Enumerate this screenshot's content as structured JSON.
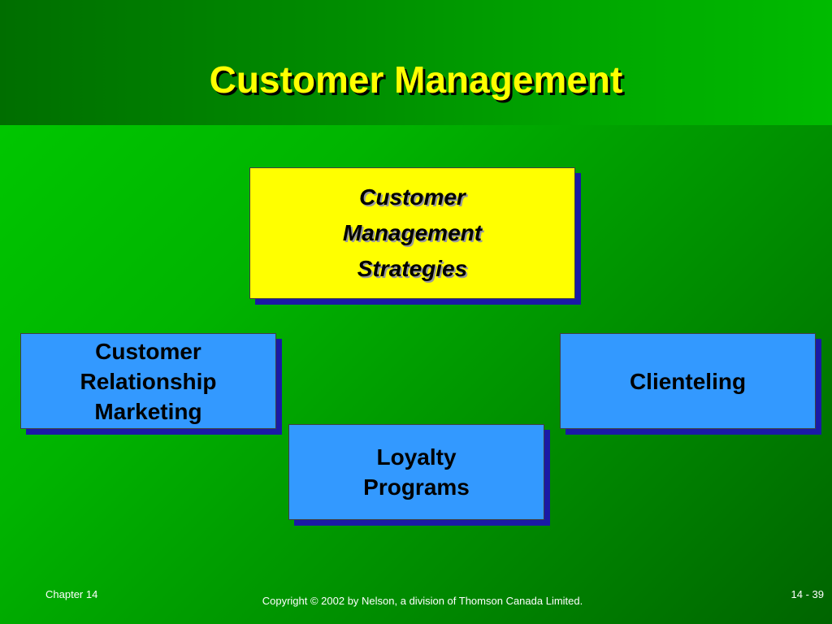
{
  "slide": {
    "title": "Customer Management",
    "colors": {
      "title_text": "#ffff00",
      "main_box_fill": "#ffff00",
      "sub_box_fill": "#3399ff",
      "box_shadow": "#1a1aa6",
      "background": "#00b400"
    }
  },
  "diagram": {
    "central": {
      "lines": [
        "Customer",
        "Management",
        "Strategies"
      ]
    },
    "strategies": [
      {
        "lines": [
          "Customer",
          "Relationship",
          "Marketing"
        ]
      },
      {
        "lines": [
          "Loyalty",
          "Programs"
        ]
      },
      {
        "lines": [
          "Clienteling"
        ]
      }
    ]
  },
  "footer": {
    "chapter": "Chapter 14",
    "copyright": "Copyright © 2002 by Nelson, a division of Thomson Canada Limited.",
    "page": "14 - 39"
  }
}
